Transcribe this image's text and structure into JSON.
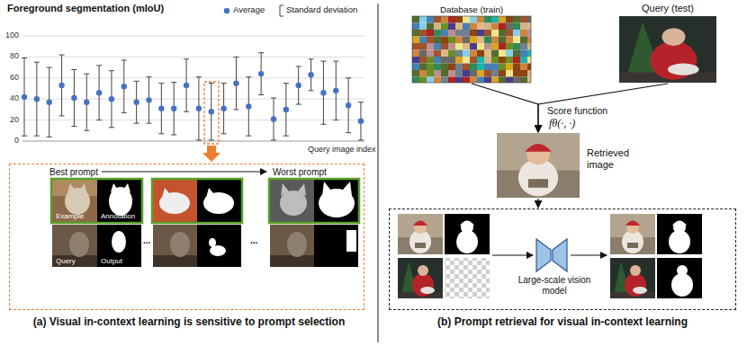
{
  "diagram": {
    "nodes": [
      {
        "text": [
          "Best prompt",
          "Worst prompt"
        ]
      },
      {
        "text": [
          "Example"
        ],
        "in": 0
      },
      {
        "text": [
          "Annotation"
        ],
        "in": 0
      },
      {
        "text": [
          "Query"
        ],
        "in": 0
      },
      {
        "text": [
          "Output"
        ],
        "in": 0
      },
      {
        "text": [
          "Database (train)"
        ]
      },
      {
        "text": [
          "Query (test)"
        ]
      },
      {
        "text": [
          "Retrieved image"
        ]
      },
      {
        "text": [
          "Large-scale vision model"
        ]
      }
    ],
    "edges": [
      {
        "from": 5,
        "to": 7,
        "arrow": "to"
      },
      {
        "from": 6,
        "to": 7,
        "arrow": "to"
      },
      {
        "from": 7,
        "to": 8,
        "arrow": "to"
      }
    ],
    "labels": [
      "Foreground segmentation (mIoU)",
      "100",
      "80",
      "60",
      "40",
      "20",
      "0",
      "Query image index",
      "...",
      "...",
      "(a) Visual in-context learning is sensitive to prompt selection",
      "Score function",
      "fθ(·, ·)",
      "(b) Prompt retrieval for visual in-context learning"
    ],
    "legend": [
      {
        "text": "Average"
      },
      {
        "text": "Standard deviation"
      }
    ]
  }
}
